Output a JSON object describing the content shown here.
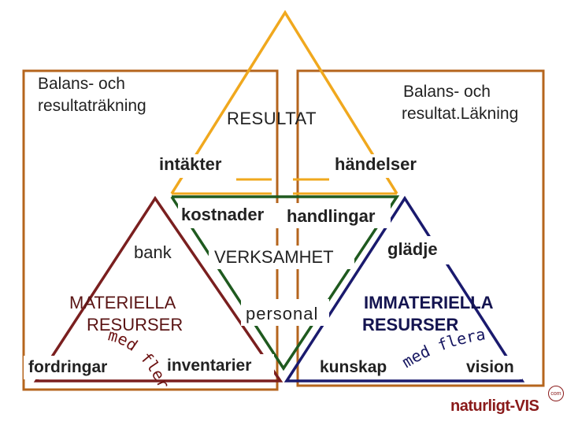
{
  "colors": {
    "frame": "#b5651d",
    "top_triangle": "#f0a81e",
    "middle_triangle": "#1f5a1f",
    "left_triangle": "#7a1f1f",
    "right_triangle": "#1a1a6e",
    "text": "#222222",
    "left_text": "#5a1414",
    "right_text": "#141450",
    "script_left": "#6b1010",
    "script_right": "#151560",
    "logo_text": "#8a1a1a"
  },
  "top": {
    "title": "RESULTAT",
    "left_label_line1": "Balans- och",
    "left_label_line2": "resultaträkning",
    "right_label_line1": "Balans- och",
    "right_label_line2": "resultat.Läkning",
    "left_corner": "intäkter",
    "right_corner": "händelser"
  },
  "middle": {
    "title": "VERKSAMHET",
    "left_top": "kostnader",
    "right_top": "handlingar",
    "bottom": "personal"
  },
  "left": {
    "title_line1": "MATERIELLA",
    "title_line2": "RESURSER",
    "corner_top": "bank",
    "corner_left": "fordringar",
    "corner_right": "inventarier",
    "script_text": "med flera"
  },
  "right": {
    "title_line1": "IMMATERIELLA",
    "title_line2": "RESURSER",
    "corner_top": "glädje",
    "corner_left": "kunskap",
    "corner_right": "vision",
    "script_text": "med flera"
  },
  "logo": {
    "text": "naturligt-VIS",
    "badge": "com"
  }
}
